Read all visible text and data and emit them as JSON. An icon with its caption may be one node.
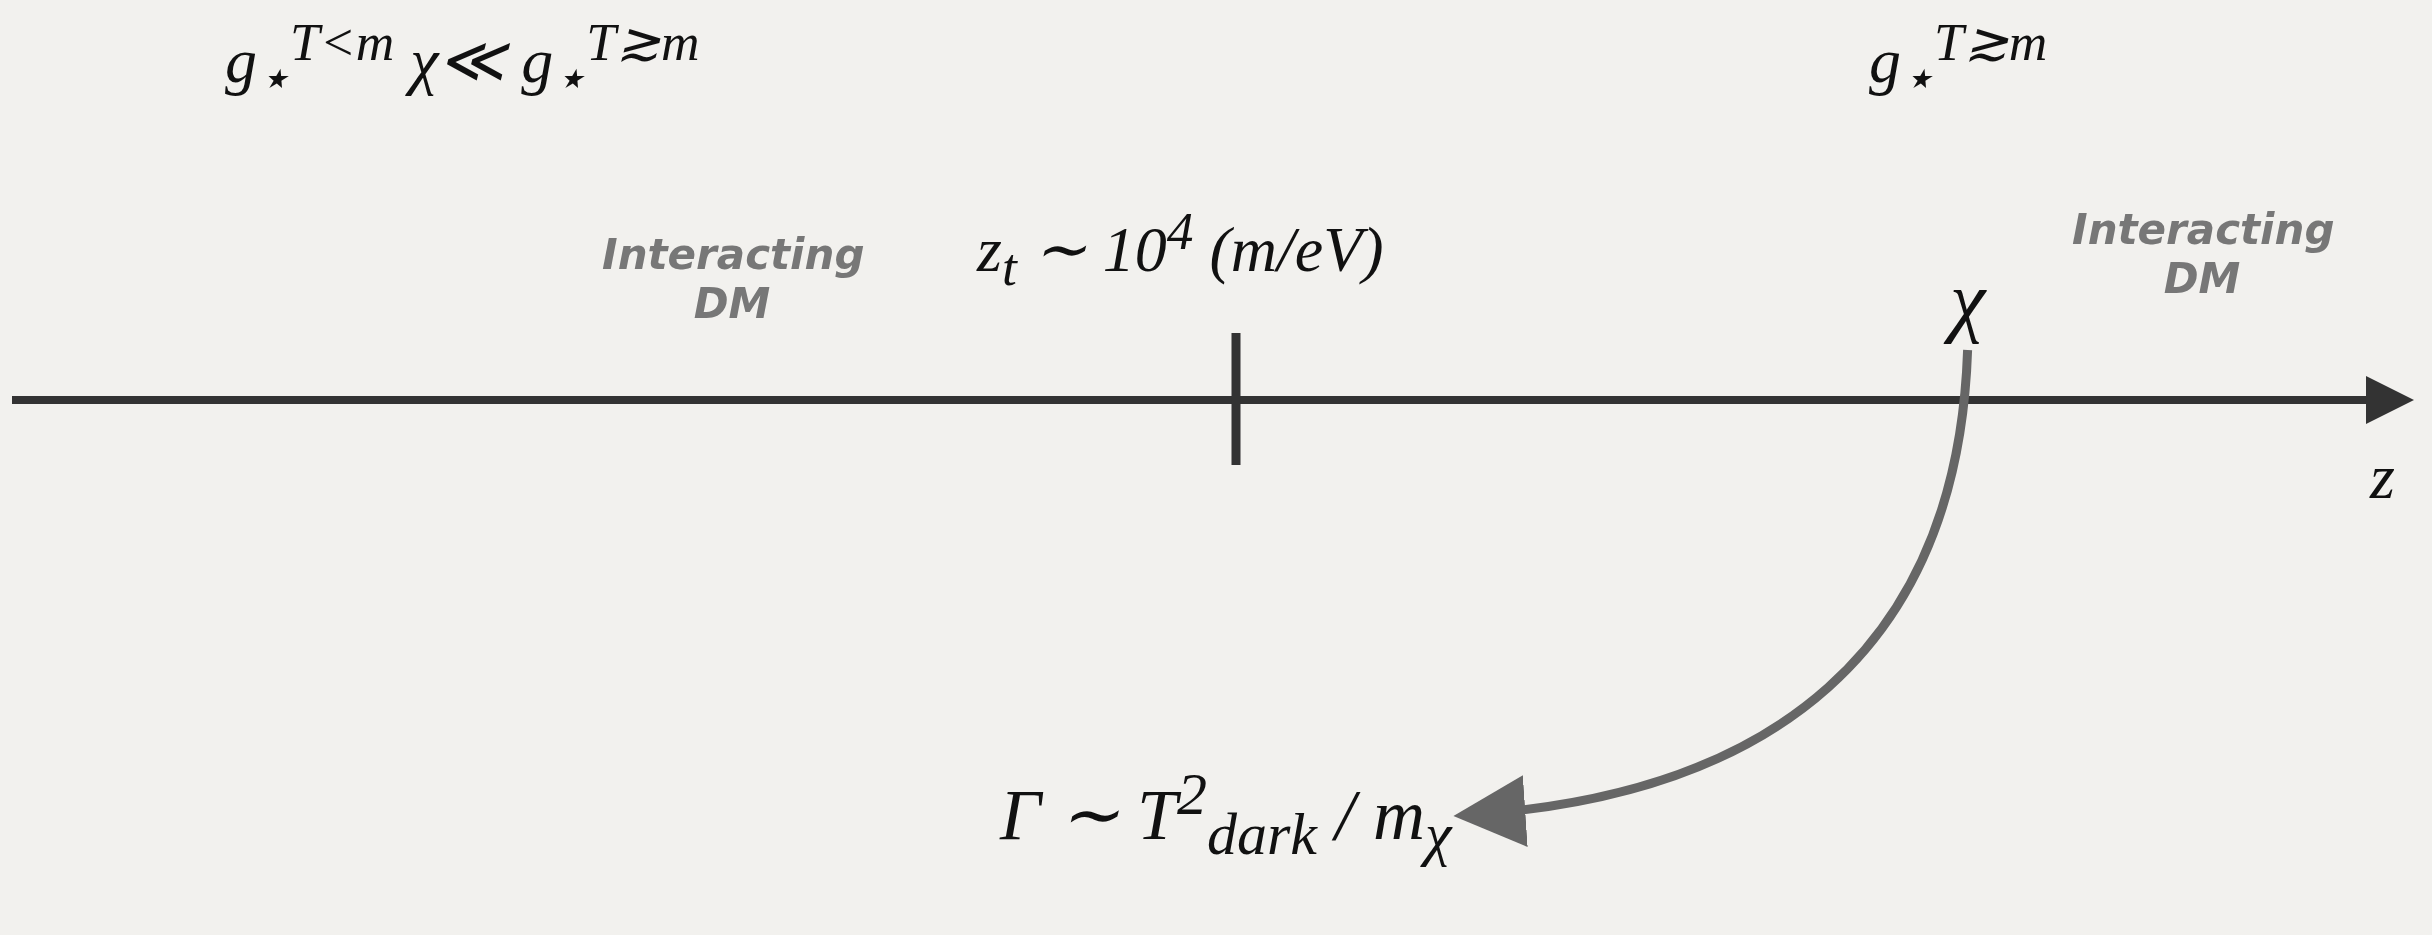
{
  "diagram": {
    "nodes": [
      {
        "text": [
          "χ"
        ]
      },
      {
        "text": [
          "Γ ∼ T$^{2}$$_{dark}$ / m$_{χ}$"
        ]
      }
    ],
    "edges": [
      {
        "from": 0,
        "to": 1,
        "arrow": "to"
      }
    ],
    "labels": [
      "g$_{⋆}$$^{T<m}$ χ≪ g$_{⋆}$$^{T≳m}$",
      "g$_{⋆}$$^{T≳m}$",
      "Interacting DM",
      "z$_{t}$ ∼ 10$^{4}$ (m/eV)",
      "Interacting DM",
      "z"
    ]
  }
}
